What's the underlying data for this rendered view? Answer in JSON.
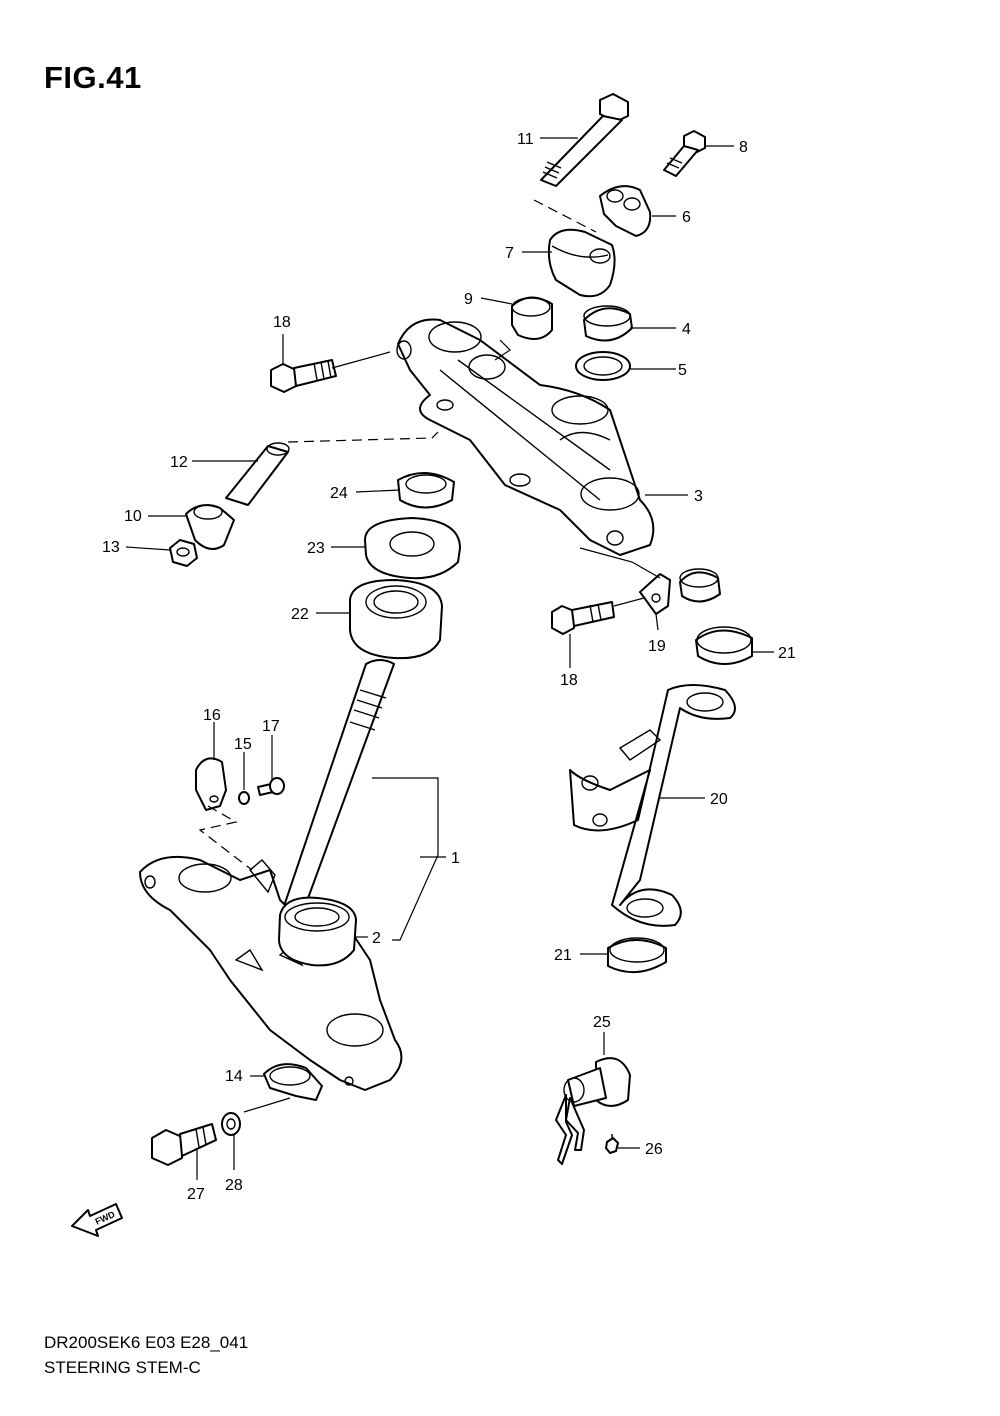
{
  "figure": {
    "title": "FIG.41",
    "code": "DR200SEK6 E03 E28_041",
    "name": "STEERING STEM-C",
    "fwd_label": "FWD"
  },
  "callouts": [
    {
      "label": "1"
    },
    {
      "label": "2"
    },
    {
      "label": "3"
    },
    {
      "label": "4"
    },
    {
      "label": "5"
    },
    {
      "label": "6"
    },
    {
      "label": "7"
    },
    {
      "label": "8"
    },
    {
      "label": "9"
    },
    {
      "label": "10"
    },
    {
      "label": "11"
    },
    {
      "label": "12"
    },
    {
      "label": "13"
    },
    {
      "label": "14"
    },
    {
      "label": "15"
    },
    {
      "label": "16"
    },
    {
      "label": "17"
    },
    {
      "label": "18"
    },
    {
      "label": "18"
    },
    {
      "label": "19"
    },
    {
      "label": "20"
    },
    {
      "label": "21"
    },
    {
      "label": "21"
    },
    {
      "label": "22"
    },
    {
      "label": "23"
    },
    {
      "label": "24"
    },
    {
      "label": "25"
    },
    {
      "label": "26"
    },
    {
      "label": "27"
    },
    {
      "label": "28"
    }
  ]
}
